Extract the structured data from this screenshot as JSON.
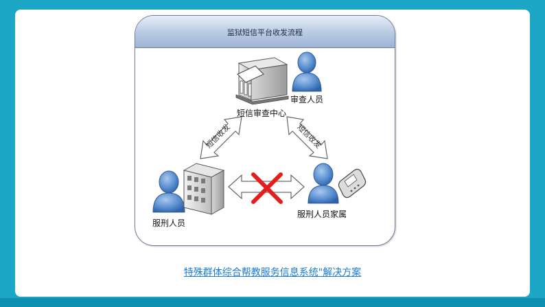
{
  "diagram": {
    "title": "监狱短信平台收发流程",
    "center_label": "短信审查中心",
    "reviewer_label": "审查人员",
    "inmate_label": "服刑人员",
    "family_label": "服刑人员家属",
    "left_arrow_label": "短信收发",
    "right_arrow_label": "短信收发"
  },
  "footer": {
    "link_text": "特殊群体综合帮教服务信息系统\"解决方案"
  },
  "colors": {
    "background": "#1aa6c4",
    "person": "#5a8fd0",
    "cross": "#e41d1d",
    "link": "#1a7bd1"
  }
}
